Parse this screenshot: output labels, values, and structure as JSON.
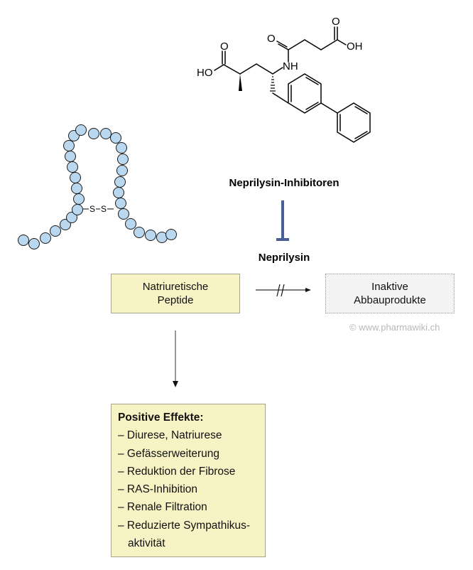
{
  "molecule": {
    "name": "sacubitrilat",
    "atom_labels": {
      "carbonyl_o_top": "O",
      "acid_oh_right": "OH",
      "amide_o": "O",
      "amide_nh": "NH",
      "acid_o_left": "O",
      "acid_ho_left": "HO"
    }
  },
  "peptide": {
    "disulfide_left": "S",
    "disulfide_right": "S",
    "bead_color": "#b9d7ee"
  },
  "labels": {
    "inhibitors": "Neprilysin-Inhibitoren",
    "enzyme": "Neprilysin"
  },
  "boxes": {
    "peptides": {
      "line1": "Natriuretische",
      "line2": "Peptide"
    },
    "inactive": {
      "line1": "Inaktive",
      "line2": "Abbauprodukte"
    },
    "effects": {
      "title": "Positive Effekte:",
      "items": [
        "– Diurese, Natriurese",
        "– Gefässerweiterung",
        "– Reduktion der Fibrose",
        "– RAS-Inhibition",
        "– Renale Filtration",
        "– Reduzierte Sympathikus-"
      ],
      "continuation": "aktivität"
    }
  },
  "copyright": "© www.pharmawiki.ch",
  "colors": {
    "inhibition_bar": "#4a5f97",
    "yellow_box": "#f7f3c4",
    "grey_box": "#f4f4f4",
    "arrow": "#555555"
  }
}
